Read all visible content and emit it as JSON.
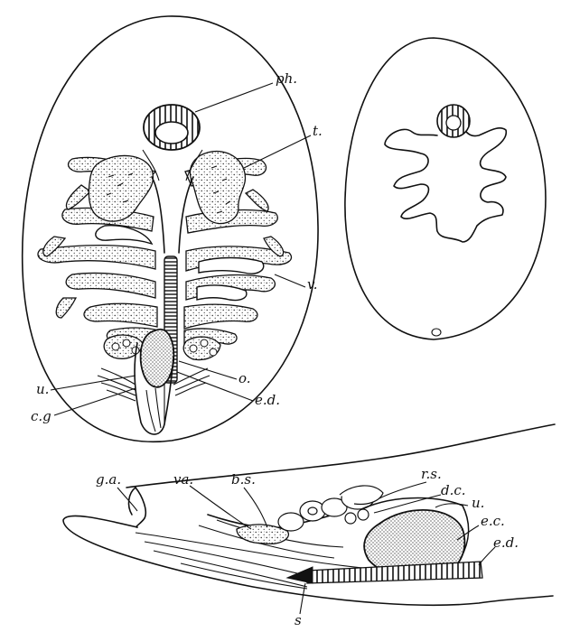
{
  "figure": {
    "dorsal_view_labels": {
      "pharynx": "ph.",
      "testis": "t.",
      "vitellaria": "v.",
      "ovary": "o.",
      "ejaculatory_duct": "e.d.",
      "uterus": "u.",
      "cement_glands": "c.g"
    },
    "sagittal_view_labels": {
      "genital_atrium": "g.a.",
      "vagina": "va.",
      "bursa": "b.s.",
      "receptaculum": "r.s.",
      "duct": "d.c.",
      "uterus": "u.",
      "egg_capsule": "e.c.",
      "ejaculatory_duct": "e.d.",
      "stylet": "s"
    }
  }
}
